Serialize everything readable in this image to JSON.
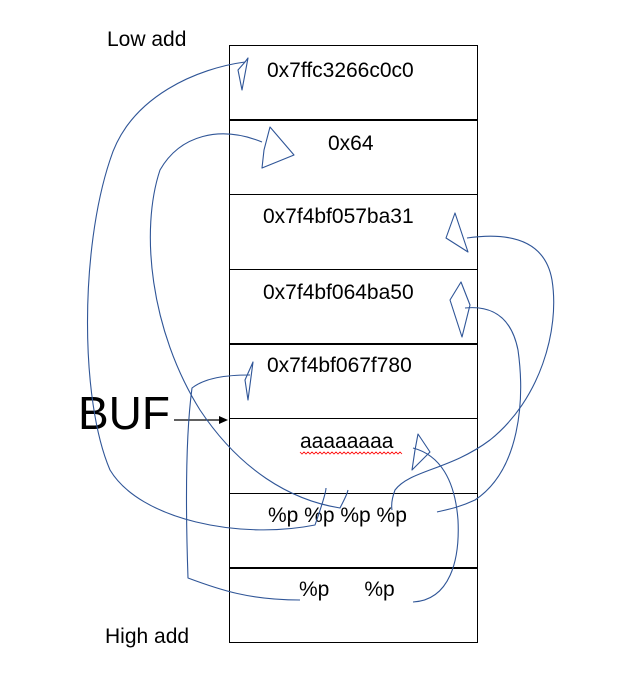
{
  "labels": {
    "low": "Low add",
    "high": "High add",
    "buf": "BUF"
  },
  "cells": [
    {
      "text": "0x7ffc3266c0c0"
    },
    {
      "text": "0x64"
    },
    {
      "text": "0x7f4bf057ba31"
    },
    {
      "text": "0x7f4bf064ba50"
    },
    {
      "text": "0x7f4bf067f780"
    },
    {
      "text": "aaaaaaaa"
    },
    {
      "text": "%p %p %p %p"
    },
    {
      "text": "%p      %p"
    }
  ],
  "colors": {
    "border": "#000000",
    "curve": "#2f5597",
    "squiggle": "#ff0000"
  }
}
